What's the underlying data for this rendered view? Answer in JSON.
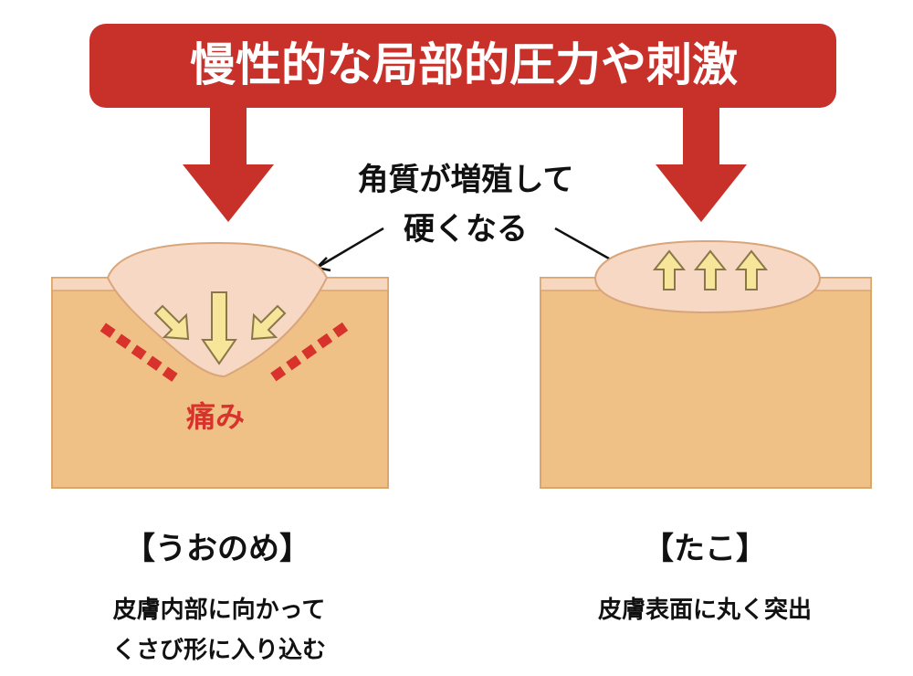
{
  "banner": {
    "text": "慢性的な局部的圧力や刺激"
  },
  "callout": {
    "line1": "角質が増殖して",
    "line2": "硬くなる"
  },
  "left": {
    "pain_label": "痛み",
    "title": "【うおのめ】",
    "desc_line1": "皮膚内部に向かって",
    "desc_line2": "くさび形に入り込む"
  },
  "right": {
    "title": "【たこ】",
    "desc_line1": "皮膚表面に丸く突出"
  },
  "colors": {
    "banner": "#c8312a",
    "skin": "#f0c186",
    "skin_border": "#dba66b",
    "surface_layer": "#f7d7c0",
    "callus": "#f6d8c4",
    "callus_border": "#d9a57a",
    "arrow_fill": "#f7e59a",
    "arrow_stroke": "#8a7748",
    "pain": "#d7322b",
    "text": "#111111"
  }
}
